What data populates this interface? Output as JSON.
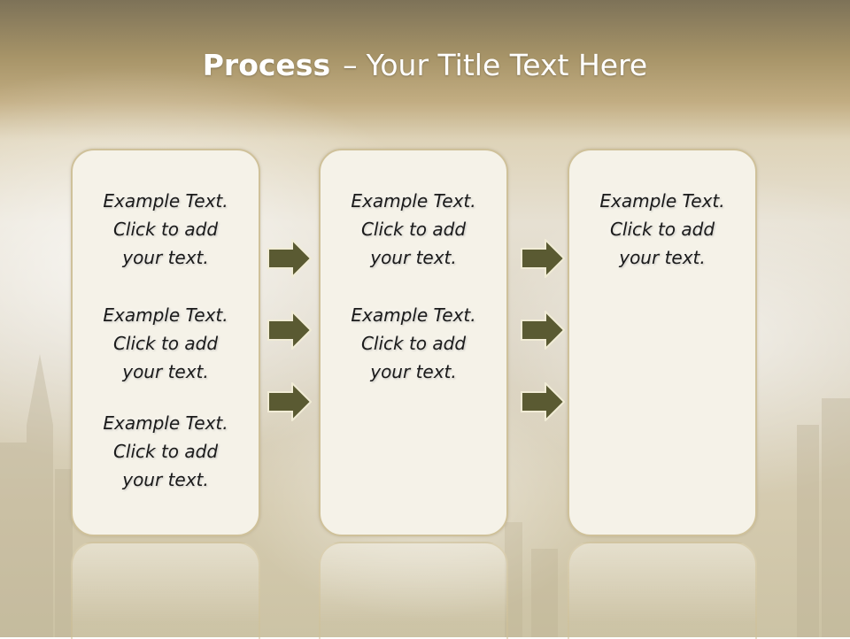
{
  "slide": {
    "title_bold": "Process",
    "title_separator": "–",
    "title_rest": "Your Title Text Here"
  },
  "columns": [
    {
      "items": [
        "Example Text.\nClick  to add\nyour text.",
        "Example Text.\nClick  to add\nyour text.",
        "Example Text.\nClick  to add\nyour text."
      ]
    },
    {
      "items": [
        "Example Text.\nClick  to add\nyour text.",
        "Example Text.\nClick  to add\nyour text."
      ]
    },
    {
      "items": [
        "Example Text.\nClick  to add\nyour text."
      ]
    }
  ],
  "colors": {
    "arrow_fill": "#5a5a32",
    "arrow_stroke": "#f1ecd6",
    "box_fill": "#f5f2e8",
    "box_border": "#cfc19a"
  },
  "icons": [
    "right-arrow-icon"
  ]
}
